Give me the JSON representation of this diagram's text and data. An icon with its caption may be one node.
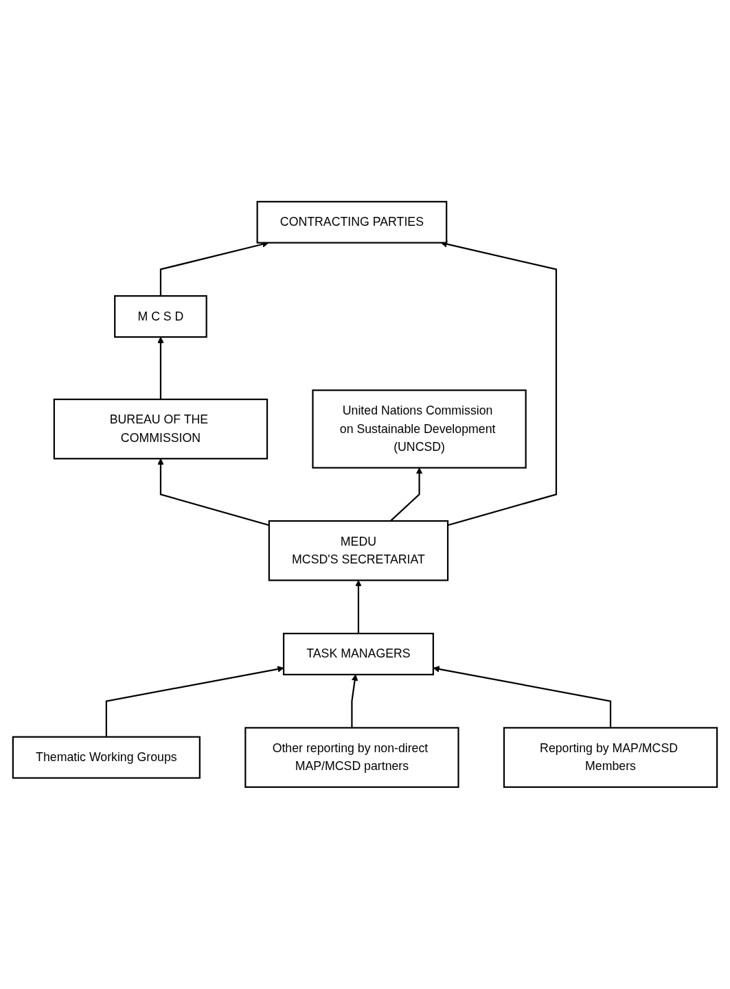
{
  "diagram": {
    "nodes": [
      {
        "text": [
          "CONTRACTING PARTIES"
        ]
      },
      {
        "text": [
          "M C S D"
        ]
      },
      {
        "text": [
          "BUREAU OF THE COMMISSION"
        ]
      },
      {
        "text": [
          "MEDU",
          "MCSD'S SECRETARIAT"
        ]
      },
      {
        "text": [
          "United Nations Commission on Sustainable Development (UNCSD)"
        ]
      },
      {
        "text": [
          "TASK MANAGERS"
        ]
      },
      {
        "text": [
          "Thematic Working Groups"
        ]
      },
      {
        "text": [
          "Reporting by MAP/MCSD Members"
        ]
      },
      {
        "text": [
          "Other reporting by non-direct MAP/MCSD partners"
        ]
      }
    ],
    "edges": [
      {
        "from": 1,
        "to": 0,
        "arrow": "to"
      },
      {
        "from": 2,
        "to": 1,
        "arrow": "to"
      },
      {
        "from": 3,
        "to": 2,
        "arrow": "to"
      },
      {
        "from": 3,
        "to": 0,
        "arrow": "to"
      },
      {
        "from": 3,
        "to": 4,
        "arrow": "to"
      },
      {
        "from": 5,
        "to": 3,
        "arrow": "to"
      },
      {
        "from": 6,
        "to": 5,
        "arrow": "to"
      },
      {
        "from": 8,
        "to": 5,
        "arrow": "to"
      },
      {
        "from": 7,
        "to": 5,
        "arrow": "to"
      }
    ]
  }
}
